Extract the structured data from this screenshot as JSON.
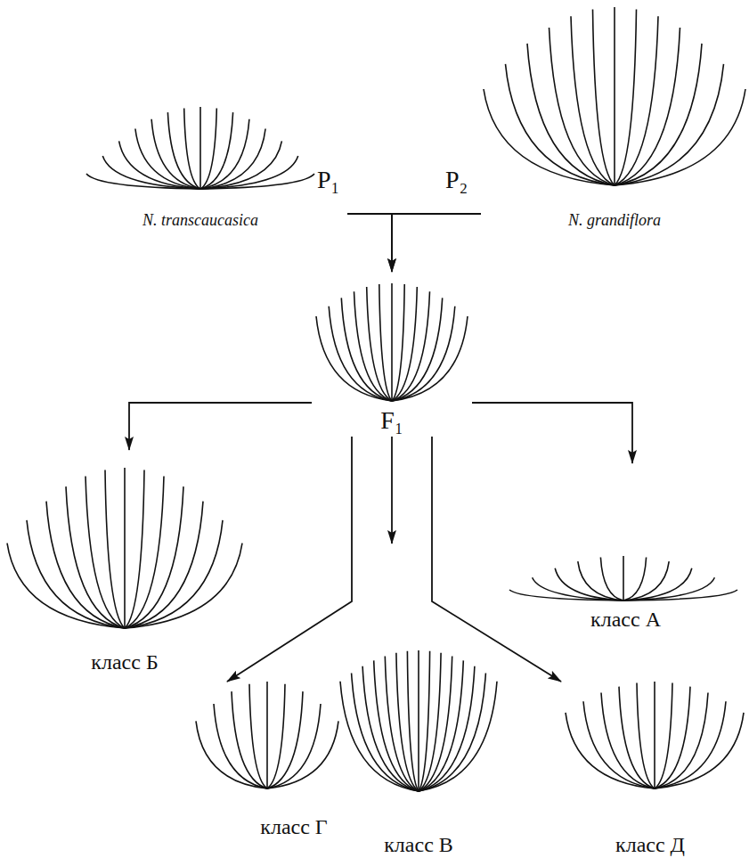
{
  "diagram": {
    "nodes": [
      {
        "text": [
          "N. transcaucasica"
        ]
      },
      {
        "text": [
          "N. grandiflora"
        ]
      },
      {
        "text": [
          "F₁"
        ]
      },
      {
        "text": [
          "класс Б"
        ]
      },
      {
        "text": [
          "класс А"
        ]
      },
      {
        "text": [
          "класс Г"
        ]
      },
      {
        "text": [
          "класс В"
        ]
      },
      {
        "text": [
          "класс Д"
        ]
      }
    ],
    "edges": [
      {
        "from": 0,
        "to": 2,
        "arrow": "to"
      },
      {
        "from": 1,
        "to": 2,
        "arrow": "to"
      },
      {
        "from": 2,
        "to": 3,
        "arrow": "to"
      },
      {
        "from": 2,
        "to": 4,
        "arrow": "to"
      },
      {
        "from": 2,
        "to": 5,
        "arrow": "to"
      },
      {
        "from": 2,
        "to": 6,
        "arrow": "to"
      },
      {
        "from": 2,
        "to": 7,
        "arrow": "to"
      }
    ],
    "labels": [
      "P₁",
      "P₂"
    ]
  }
}
